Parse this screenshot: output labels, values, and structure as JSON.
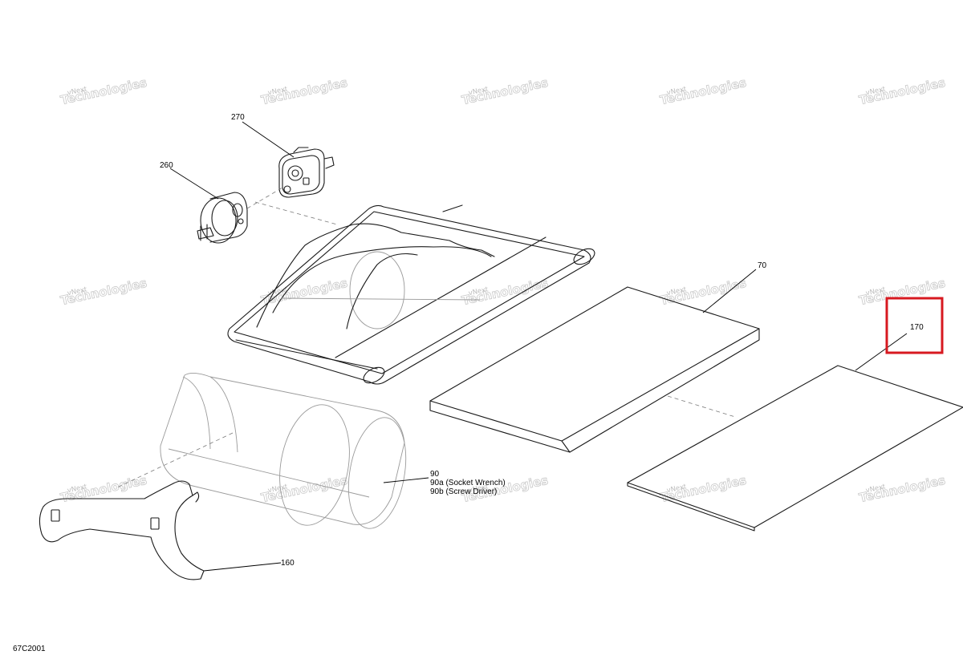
{
  "diagram": {
    "code": "67C2001",
    "watermark_line1": "vNext",
    "watermark_line2": "Technologies",
    "watermark_full": "vNext Technologies",
    "callouts": {
      "c270": "270",
      "c260": "260",
      "c70": "70",
      "c170": "170",
      "c90": "90",
      "c90a": "90a (Socket Wrench)",
      "c90b": "90b (Screw Driver)",
      "c160": "160"
    },
    "highlight_color": "#d71920"
  }
}
